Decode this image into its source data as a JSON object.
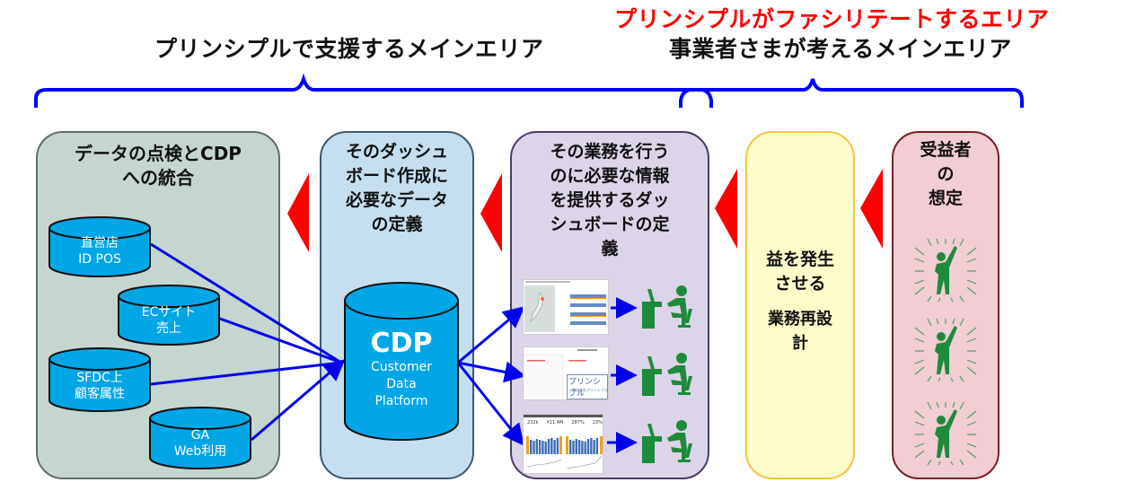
{
  "header": {
    "left_title": "プリンシプルで支援するメインエリア",
    "right_title_red": "プリンシプルがファシリテートするエリア",
    "right_title": "事業者さまが考えるメインエリア"
  },
  "colors": {
    "bracket": "#0000ff",
    "arrow_red": "#ff0000",
    "connector": "#0000ee",
    "db_fill": "#00a6e6",
    "panel1_fill": "#c5d6d0",
    "panel2_fill": "#c5dff0",
    "panel3_fill": "#dcd4e8",
    "panel4_fill": "#fffccc",
    "panel5_fill": "#f2cdd3",
    "figure_green": "#1e8a3c"
  },
  "panels": [
    {
      "id": "data-integration",
      "title": "データの点検とCDP\nへの統合",
      "databases": [
        {
          "label": "直営店\nID POS"
        },
        {
          "label": "ECサイト\n売上"
        },
        {
          "label": "SFDC上\n顧客属性"
        },
        {
          "label": "GA\nWeb利用"
        }
      ]
    },
    {
      "id": "data-definition",
      "title": "そのダッシュ\nボード作成に\n必要なデータ\nの定義",
      "cdp": {
        "title": "CDP",
        "subtitle": "Customer\nData\nPlatform"
      }
    },
    {
      "id": "dashboard-definition",
      "title": "その業務を行う\nのに必要な情報\nを提供するダッ\nシュボードの定\n義",
      "dashboards": [
        {
          "type": "map-dashboard"
        },
        {
          "type": "text-dashboard",
          "caption": "プリンシプル",
          "subcaption": "株式会社プリンシプル"
        },
        {
          "type": "kpi-dashboard",
          "kpis": [
            "232k",
            "¥11.4M",
            "287%",
            "23%"
          ]
        }
      ]
    },
    {
      "id": "business-redesign",
      "title": "益を発生\nさせる",
      "subtitle": "業務再設\n計"
    },
    {
      "id": "beneficiary",
      "title": "受益者\nの\n想定"
    }
  ]
}
